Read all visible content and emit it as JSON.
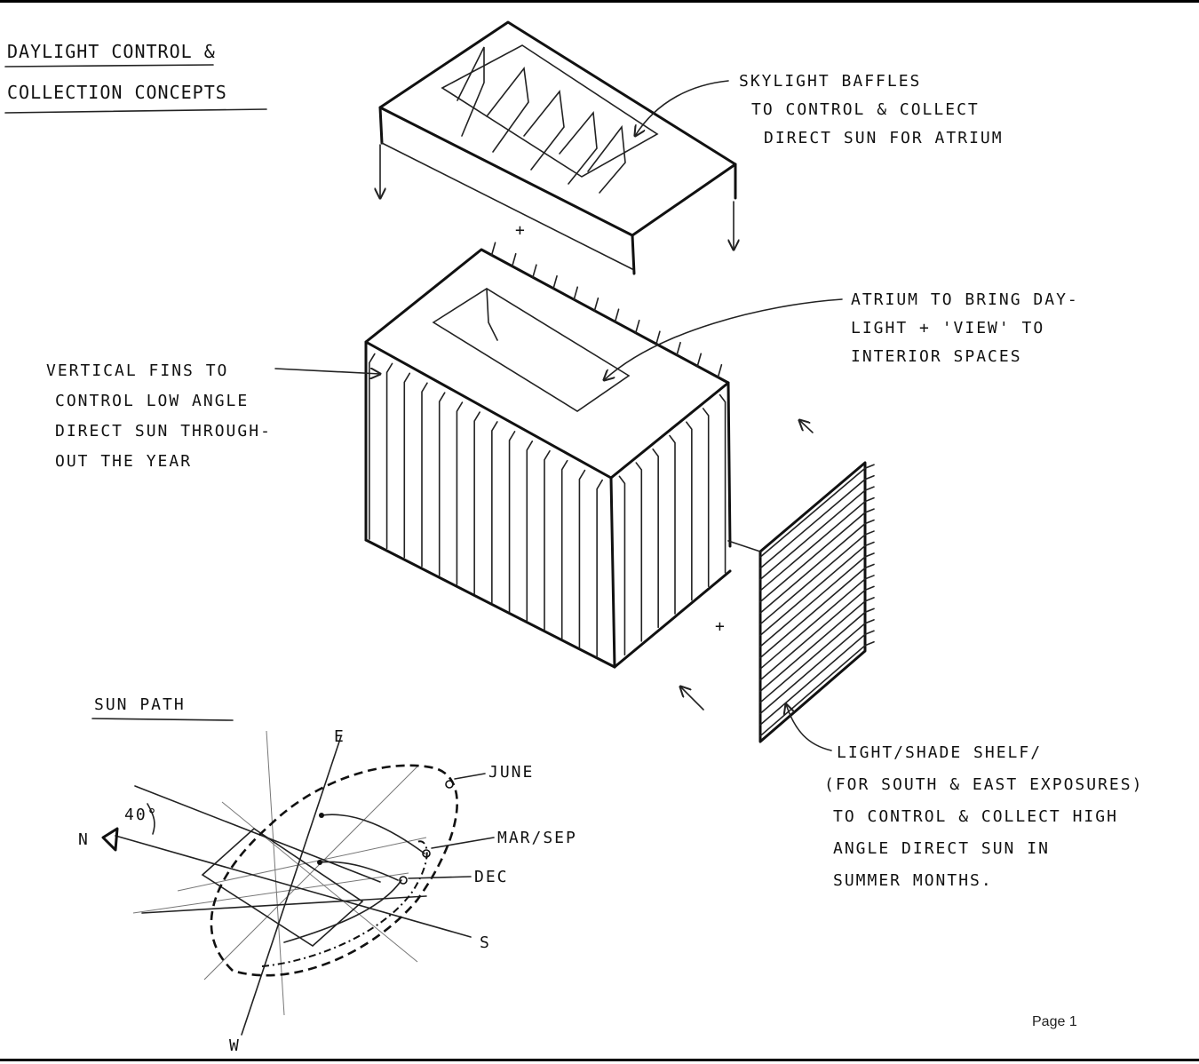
{
  "title": {
    "line1": "DAYLIGHT CONTROL &",
    "line2": "COLLECTION CONCEPTS"
  },
  "labels": {
    "skylight": [
      "SKYLIGHT BAFFLES",
      "TO CONTROL & COLLECT",
      "DIRECT SUN FOR ATRIUM"
    ],
    "atrium": [
      "ATRIUM TO BRING DAY-",
      "LIGHT + 'VIEW' TO",
      "INTERIOR SPACES"
    ],
    "fins": [
      "VERTICAL FINS TO",
      "CONTROL LOW ANGLE",
      "DIRECT SUN THROUGH-",
      "OUT THE YEAR"
    ],
    "shelf": [
      "LIGHT/SHADE SHELF/",
      "(FOR SOUTH & EAST EXPOSURES)",
      "TO CONTROL & COLLECT HIGH",
      "ANGLE DIRECT SUN IN",
      "SUMMER MONTHS."
    ]
  },
  "plus_marks": [
    "+",
    "+"
  ],
  "sun_path": {
    "heading": "SUN PATH",
    "directions": {
      "north": "N",
      "east": "E",
      "south": "S",
      "west": "W"
    },
    "angle": "40°",
    "months": {
      "june": "JUNE",
      "mar_sep": "MAR/SEP",
      "dec": "DEC"
    }
  },
  "page_label": "Page 1"
}
